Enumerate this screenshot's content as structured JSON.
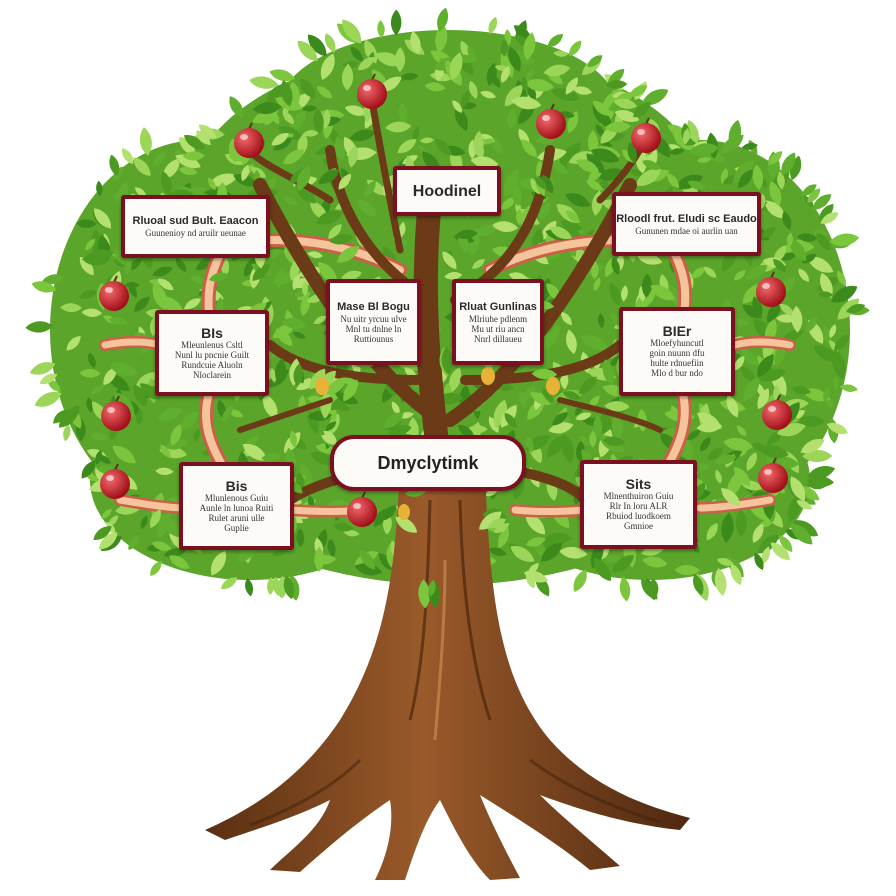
{
  "diagram": {
    "top_label": "Hoodinel",
    "center_label": "Dmyclytimk",
    "boxes": [
      {
        "id": "upper-left",
        "lines": [
          "Rluoal sud Bult. Eaacon",
          "Guunenioy nd aruilr ueunae"
        ]
      },
      {
        "id": "upper-right",
        "lines": [
          "Rloodl frut. Eludi sc Eaudo",
          "Gununen mdae oi aurlin uan"
        ]
      },
      {
        "id": "mid-center-left",
        "lines": [
          "Mase Bl Bogu",
          "Nu uitr yrcuu ulve",
          "Mnl tu dnlne ln",
          "Ruttiounus"
        ]
      },
      {
        "id": "mid-center-right",
        "lines": [
          "Rluat Gunlinas",
          "Mlriuhe pdlenm",
          "Mu ut riu ancn",
          "Nnrl dillaueu"
        ]
      },
      {
        "id": "mid-left",
        "lines": [
          "BIs",
          "Mleunlenus Csltl",
          "Nunl lu pncnie Guilt",
          "Rundcuie Aluoln",
          "Nloclarein"
        ]
      },
      {
        "id": "mid-right",
        "lines": [
          "BIEr",
          "Mloefyhuncutl",
          "goin nuunn dfu",
          "hulte rdnuefiin",
          "Mlo d bur ndo"
        ]
      },
      {
        "id": "lower-left",
        "lines": [
          "Bis",
          "Mlunlenous Guiu",
          "Aunle ln lunoa Ruiti",
          "Rulet aruni ulle",
          "Guplie"
        ]
      },
      {
        "id": "lower-right",
        "lines": [
          "Sits",
          "Mlnenthuiron Guiu",
          "Rlr In loru ALR",
          "Rbuiod luodkoem",
          "Gmnioe"
        ]
      }
    ]
  }
}
